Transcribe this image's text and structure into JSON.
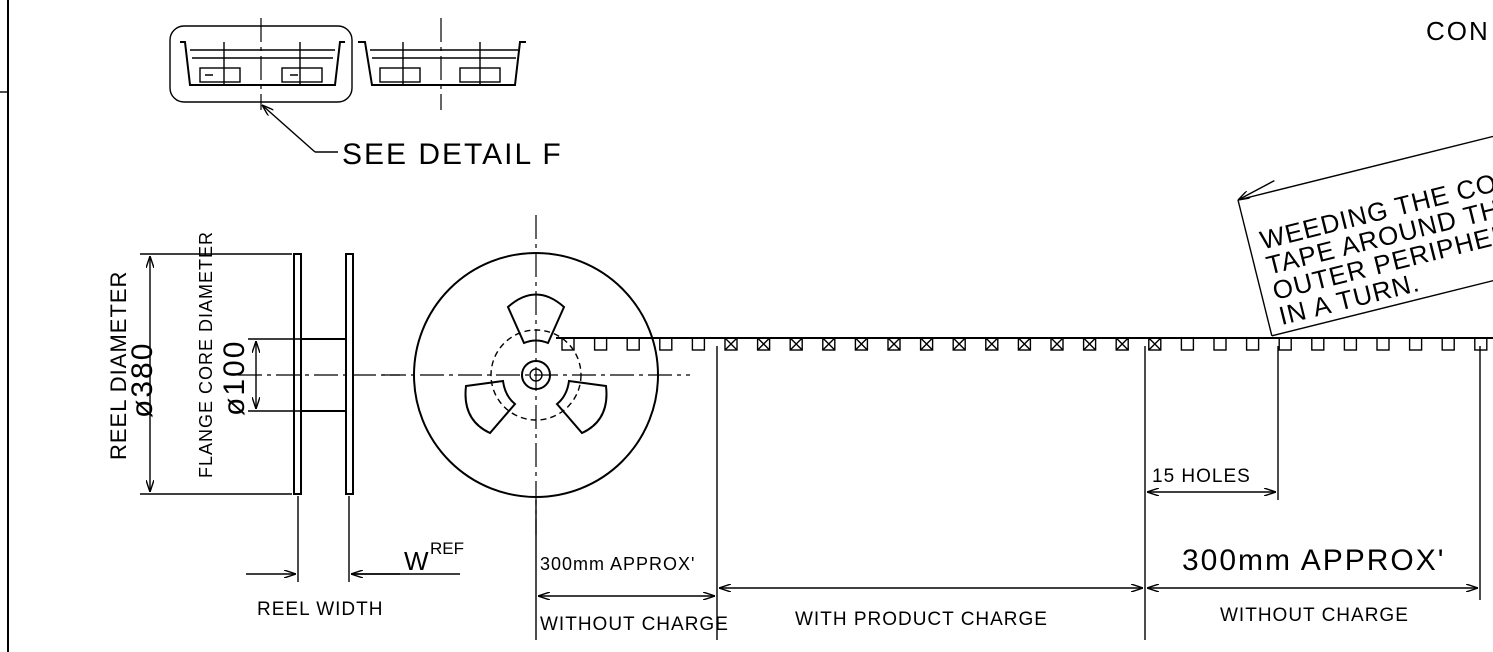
{
  "title_partial": "CON",
  "callout": "SEE DETAIL F",
  "reel": {
    "diameter_label": "REEL DIAMETER",
    "diameter_value": "ø380",
    "core_label": "FLANGE CORE DIAMETER",
    "core_value": "ø100",
    "width_symbol": "W",
    "width_ref": "REF",
    "width_label": "REEL WIDTH"
  },
  "note_lines": [
    "WEEDING THE COV",
    "TAPE AROUND TH",
    "OUTER PERIPHER",
    "IN A TURN."
  ],
  "tape": {
    "holes_label": "15 HOLES",
    "leader_left_length": "300mm APPROX'",
    "leader_right_length": "300mm APPROX'",
    "section_left": "WITHOUT CHARGE",
    "section_mid": "WITH PRODUCT CHARGE",
    "section_right": "WITHOUT CHARGE"
  }
}
